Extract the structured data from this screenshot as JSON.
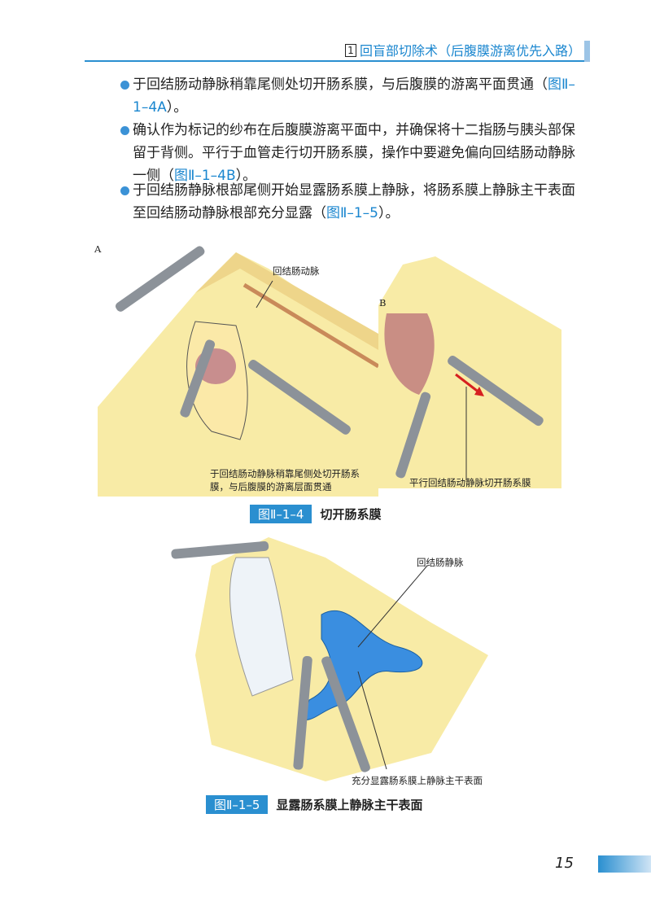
{
  "header": {
    "section_number": "1",
    "title": "回盲部切除术（后腹膜游离优先入路）"
  },
  "paragraphs": [
    {
      "text": "于回结肠动静脉稍靠尾侧处切开肠系膜，与后腹膜的游离平面贯通（",
      "ref": "图Ⅱ–1–4A",
      "tail": "）。"
    },
    {
      "text": "确认作为标记的纱布在后腹膜游离平面中，并确保将十二指肠与胰头部保留于背侧。平行于血管走行切开肠系膜，操作中要避免偏向回结肠动静脉一侧（",
      "ref": "图Ⅱ–1–4B",
      "tail": "）。"
    },
    {
      "text": "于回结肠静脉根部尾侧开始显露肠系膜上静脉，将肠系膜上静脉主干表面至回结肠动静脉根部充分显露（",
      "ref": "图Ⅱ–1–5",
      "tail": "）。"
    }
  ],
  "figure4": {
    "panel_a": {
      "letter": "A",
      "label_artery": "回结肠动脉",
      "label_bottom": "于回结肠动静脉稍靠尾侧处切开肠系膜，与后腹膜的游离层面贯通"
    },
    "panel_b": {
      "letter": "B",
      "label_bottom": "平行回结肠动静脉切开肠系膜"
    },
    "caption_number": "图Ⅱ–1–4",
    "caption_text": "切开肠系膜"
  },
  "figure5": {
    "label_vein": "回结肠静脉",
    "label_bottom": "充分显露肠系膜上静脉主干表面",
    "caption_number": "图Ⅱ–1–5",
    "caption_text": "显露肠系膜上静脉主干表面"
  },
  "page_number": "15",
  "colors": {
    "accent": "#2a8fd0",
    "tissue": "#f7e9a0",
    "vein": "#3a8ee0",
    "arrow": "#d62020"
  }
}
